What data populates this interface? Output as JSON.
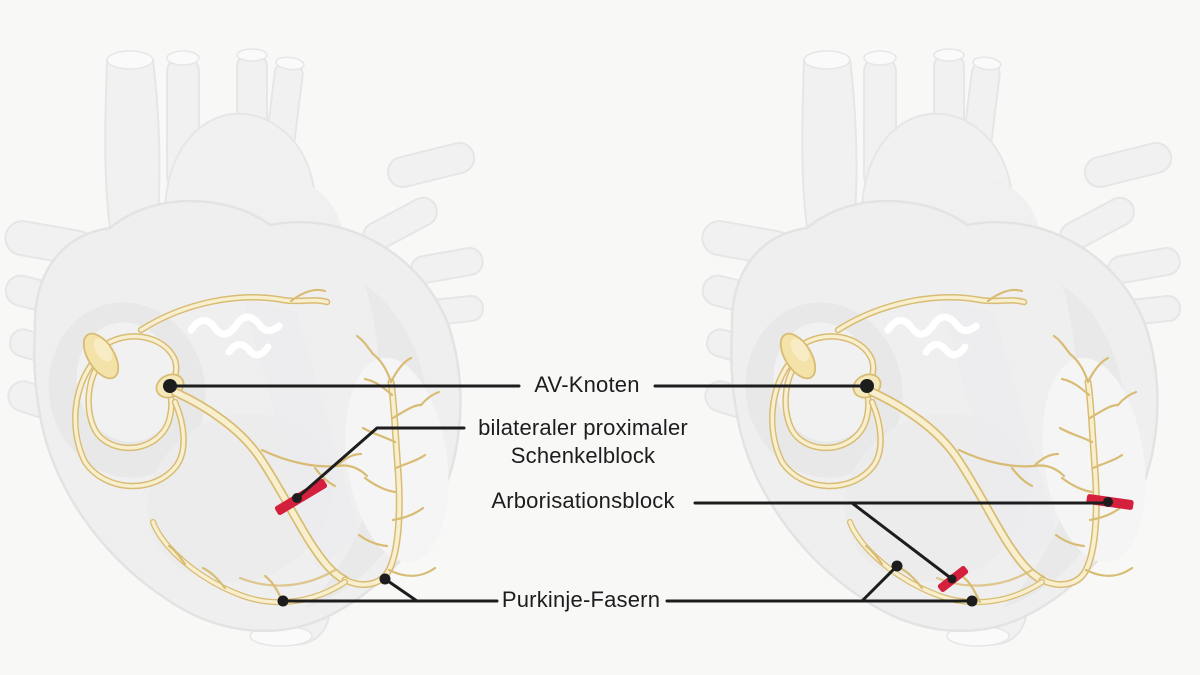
{
  "diagram_title": "",
  "callouts": [
    {
      "id": "av-knoten",
      "label": "AV-Knoten"
    },
    {
      "id": "bilateraler-proximaler-schenkelblock",
      "label_line1": "bilateraler proximaler",
      "label_line2": "Schenkelblock"
    },
    {
      "id": "arborisationsblock",
      "label": "Arborisationsblock"
    },
    {
      "id": "purkinje-fasern",
      "label": "Purkinje-Fasern"
    }
  ],
  "hearts": [
    {
      "id": "left-heart",
      "markers": [
        "av-node-dot",
        "proximal-bundle-block-bar",
        "purkinje-dot-inferior",
        "purkinje-dot-lateral"
      ]
    },
    {
      "id": "right-heart",
      "markers": [
        "av-node-dot",
        "arborization-block-bar-peripheral",
        "arborization-block-bar-inferior",
        "purkinje-dot-inferior",
        "purkinje-dot-lateral"
      ]
    }
  ],
  "colors": {
    "background": "#f8f8f7",
    "annotation": "#1d1d1d",
    "block_marker": "#d41f3d",
    "heart_body": "#efeff0",
    "heart_outline": "#e3e3e4",
    "chamber_shade": "#e8e8e9",
    "conduction_fill": "#f8efcf",
    "conduction_stroke": "#d9bc74",
    "node_fill": "#f3e3a9"
  }
}
